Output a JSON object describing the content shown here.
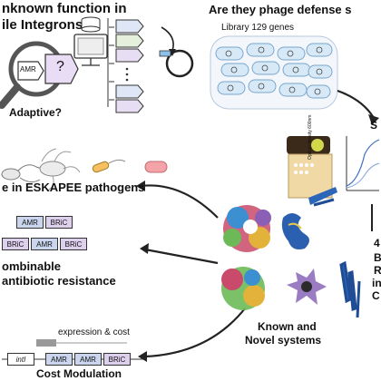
{
  "top_left": {
    "title_line1": "nknown function in",
    "title_line2": "ile Integrons",
    "amr_label": "AMR",
    "question": "?",
    "adaptive": "Adaptive?"
  },
  "top_right": {
    "title": "Are they phage defense s",
    "library": "Library 129 genes",
    "side_label": "S"
  },
  "middle_left": {
    "eskapee": "e in  ESKAPEE pathogens"
  },
  "recombinable": {
    "row1": [
      "AMR",
      "BRiC"
    ],
    "row2": [
      "BRiC",
      "AMR",
      "BRiC"
    ],
    "line1": "ombinable",
    "line2": "antibiotic resistance"
  },
  "center": {
    "known_line1": "Known and",
    "known_line2": "Novel systems"
  },
  "right_side": {
    "letters": [
      "4",
      "B",
      "R",
      "in",
      "C"
    ],
    "plot_ylabel": "Optical density 600nm"
  },
  "cost": {
    "header": "expression & cost",
    "intl": "intI",
    "genes": [
      "AMR",
      "AMR",
      "BRiC"
    ],
    "title": "Cost Modulation"
  },
  "colors": {
    "accent_purple": "#6b4fa0",
    "box_blue": "#c9d6ee",
    "box_green": "#cfe6c4",
    "box_purple": "#ddd0ec",
    "plasmid_blue": "#8fc0e8",
    "plate_tan": "#f1d9a6"
  }
}
